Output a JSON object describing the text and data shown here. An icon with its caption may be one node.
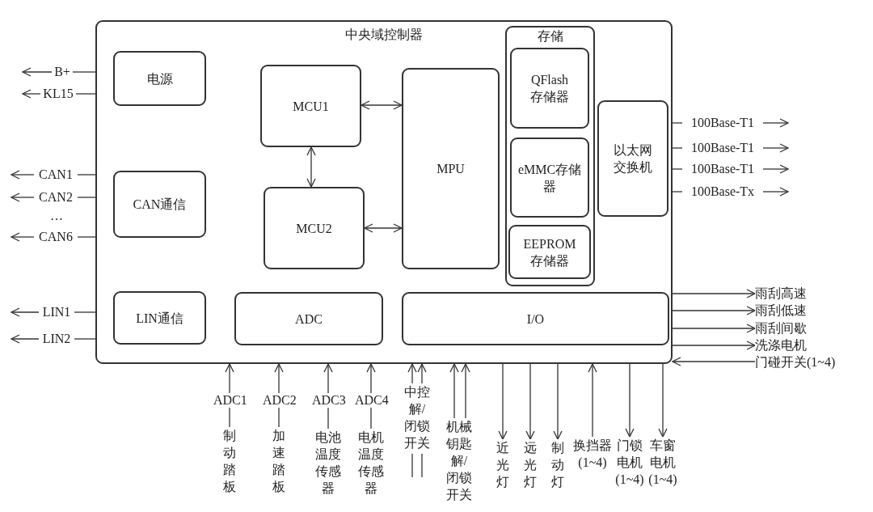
{
  "diagram": {
    "nodes": [
      {
        "text": [
          "中央域控制器"
        ]
      },
      {
        "text": [
          "电源"
        ],
        "in": 0
      },
      {
        "text": [
          "CAN通信"
        ],
        "in": 0
      },
      {
        "text": [
          "LIN通信"
        ],
        "in": 0
      },
      {
        "text": [
          "MCU1"
        ],
        "in": 0
      },
      {
        "text": [
          "MCU2"
        ],
        "in": 0
      },
      {
        "text": [
          "MPU"
        ],
        "in": 0
      },
      {
        "text": [
          "ADC"
        ],
        "in": 0
      },
      {
        "text": [
          "I/O"
        ],
        "in": 0
      },
      {
        "text": [
          "存储"
        ],
        "in": 0
      },
      {
        "text": [
          "QFlash存储器"
        ],
        "in": 9
      },
      {
        "text": [
          "eMMC存储器"
        ],
        "in": 9
      },
      {
        "text": [
          "EEPROM存储器"
        ],
        "in": 9
      },
      {
        "text": [
          "以太网交换机"
        ],
        "in": 0
      },
      {
        "text": [
          "雨刮高速"
        ]
      },
      {
        "text": [
          "雨刮低速"
        ]
      },
      {
        "text": [
          "雨刮间歇"
        ]
      },
      {
        "text": [
          "洗涤电机"
        ]
      },
      {
        "text": [
          "门碰开关(1~4)"
        ]
      },
      {
        "text": [
          "制动踏板"
        ]
      },
      {
        "text": [
          "加速踏板"
        ]
      },
      {
        "text": [
          "电池温度传感器"
        ]
      },
      {
        "text": [
          "电机温度传感器"
        ]
      },
      {
        "text": [
          "中控解/闭锁开关"
        ]
      },
      {
        "text": [
          "机械钥匙解/闭锁开关"
        ]
      },
      {
        "text": [
          "近光灯"
        ]
      },
      {
        "text": [
          "远光灯"
        ]
      },
      {
        "text": [
          "制动灯"
        ]
      },
      {
        "text": [
          "换挡器(1~4)"
        ]
      },
      {
        "text": [
          "门锁电机(1~4)"
        ]
      },
      {
        "text": [
          "车窗电机(1~4)"
        ]
      },
      {
        "text": [
          "B+"
        ]
      },
      {
        "text": [
          "KL15"
        ]
      },
      {
        "text": [
          "CAN1"
        ]
      },
      {
        "text": [
          "CAN2"
        ]
      },
      {
        "text": [
          "CAN6"
        ]
      },
      {
        "text": [
          "LIN1"
        ]
      },
      {
        "text": [
          "LIN2"
        ]
      },
      {
        "text": [
          "100Base-T1"
        ]
      },
      {
        "text": [
          "100Base-T1"
        ]
      },
      {
        "text": [
          "100Base-T1"
        ]
      },
      {
        "text": [
          "100Base-Tx"
        ]
      },
      {
        "text": [
          "ADC1"
        ]
      },
      {
        "text": [
          "ADC2"
        ]
      },
      {
        "text": [
          "ADC3"
        ]
      },
      {
        "text": [
          "ADC4"
        ]
      }
    ],
    "edges": [
      {
        "from": 4,
        "to": 6,
        "arrow": "both"
      },
      {
        "from": 4,
        "to": 5,
        "arrow": "both"
      },
      {
        "from": 5,
        "to": 6,
        "arrow": "both"
      },
      {
        "from": 0,
        "to": 31,
        "arrow": "none"
      },
      {
        "from": 31,
        "to": null,
        "arrow": "to"
      },
      {
        "from": 0,
        "to": 32,
        "arrow": "none"
      },
      {
        "from": 32,
        "to": null,
        "arrow": "to"
      },
      {
        "from": 0,
        "to": 33,
        "arrow": "none"
      },
      {
        "from": 33,
        "to": null,
        "arrow": "to"
      },
      {
        "from": 0,
        "to": 34,
        "arrow": "none"
      },
      {
        "from": 34,
        "to": null,
        "arrow": "to"
      },
      {
        "from": 0,
        "to": 35,
        "arrow": "none"
      },
      {
        "from": 35,
        "to": null,
        "arrow": "to"
      },
      {
        "from": 0,
        "to": 36,
        "arrow": "none"
      },
      {
        "from": 36,
        "to": null,
        "arrow": "to"
      },
      {
        "from": 0,
        "to": 37,
        "arrow": "none"
      },
      {
        "from": 37,
        "to": null,
        "arrow": "to"
      },
      {
        "from": 0,
        "to": 38,
        "arrow": "none"
      },
      {
        "from": 38,
        "to": null,
        "arrow": "to"
      },
      {
        "from": 0,
        "to": 39,
        "arrow": "none"
      },
      {
        "from": 39,
        "to": null,
        "arrow": "to"
      },
      {
        "from": 0,
        "to": 40,
        "arrow": "none"
      },
      {
        "from": 40,
        "to": null,
        "arrow": "to"
      },
      {
        "from": 0,
        "to": 41,
        "arrow": "none"
      },
      {
        "from": 41,
        "to": null,
        "arrow": "to"
      },
      {
        "from": 0,
        "to": 14,
        "arrow": "to"
      },
      {
        "from": 0,
        "to": 15,
        "arrow": "to"
      },
      {
        "from": 0,
        "to": 16,
        "arrow": "to"
      },
      {
        "from": 0,
        "to": 17,
        "arrow": "to"
      },
      {
        "from": 18,
        "to": 0,
        "arrow": "to"
      },
      {
        "from": 19,
        "to": 42,
        "arrow": "none"
      },
      {
        "from": 42,
        "to": 0,
        "arrow": "to"
      },
      {
        "from": 20,
        "to": 43,
        "arrow": "none"
      },
      {
        "from": 43,
        "to": 0,
        "arrow": "to"
      },
      {
        "from": 21,
        "to": 44,
        "arrow": "none"
      },
      {
        "from": 44,
        "to": 0,
        "arrow": "to"
      },
      {
        "from": 22,
        "to": 45,
        "arrow": "none"
      },
      {
        "from": 45,
        "to": 0,
        "arrow": "to"
      },
      {
        "from": 23,
        "to": 0,
        "arrow": "to"
      },
      {
        "from": 23,
        "to": 0,
        "arrow": "to"
      },
      {
        "from": 24,
        "to": 0,
        "arrow": "to"
      },
      {
        "from": 24,
        "to": 0,
        "arrow": "to"
      },
      {
        "from": 0,
        "to": 25,
        "arrow": "to"
      },
      {
        "from": 0,
        "to": 26,
        "arrow": "to"
      },
      {
        "from": 0,
        "to": 27,
        "arrow": "to"
      },
      {
        "from": 28,
        "to": 0,
        "arrow": "to"
      },
      {
        "from": 0,
        "to": 29,
        "arrow": "to"
      },
      {
        "from": 0,
        "to": 30,
        "arrow": "to"
      }
    ],
    "labels": [
      "…"
    ]
  }
}
